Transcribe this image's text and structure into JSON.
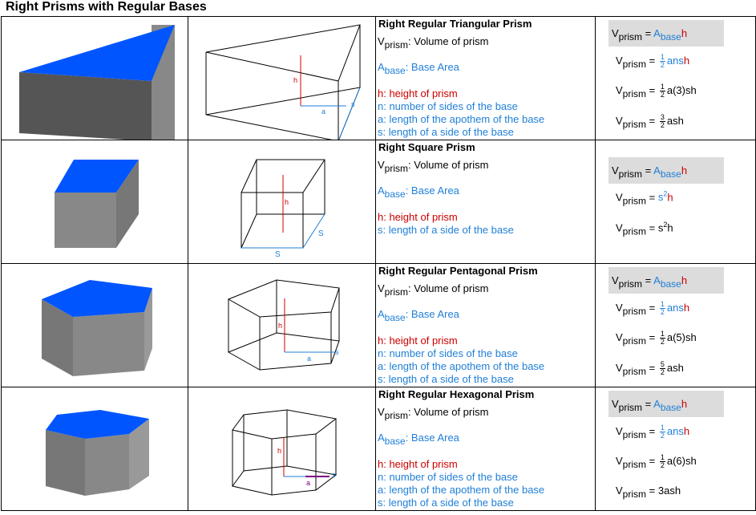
{
  "title": "Right Prisms with Regular Bases",
  "colors": {
    "base_blue": "#1f7fd8",
    "top_face_blue": "#0055ff",
    "height_red": "#cc0000",
    "side_gray": "#888888",
    "formula_box": "#dcdcdc"
  },
  "legend": {
    "v_sym": "V",
    "prism_sub": "prism",
    "v_desc": ": Volume of prism",
    "a_sym": "A",
    "base_sub": "base",
    "a_desc": ": Base Area",
    "h_desc": "h: height of prism",
    "n_desc": "n: number of sides of the base",
    "a_apothem_desc": "a: length of the apothem of the base",
    "s_desc": "s: length of a side of the base"
  },
  "formula": {
    "eq": "=",
    "h": "h",
    "half_num": "1",
    "half_den": "2",
    "ans": "ans",
    "ash": "ash",
    "s": "s",
    "sq": "2"
  },
  "rows": [
    {
      "name": "Right Regular Triangular Prism",
      "f3": "a(3)sh",
      "f4_num": "3",
      "f4_den": "2",
      "f4": "ash"
    },
    {
      "name": "Right Square Prism"
    },
    {
      "name": "Right Regular Pentagonal Prism",
      "f3": "a(5)sh",
      "f4_num": "5",
      "f4_den": "2",
      "f4": "ash"
    },
    {
      "name": "Right Regular Hexagonal Prism",
      "f3": "a(6)sh",
      "f4": "3ash"
    }
  ],
  "diagram_labels": {
    "h": "h",
    "a": "a",
    "s": "s",
    "S": "S"
  }
}
